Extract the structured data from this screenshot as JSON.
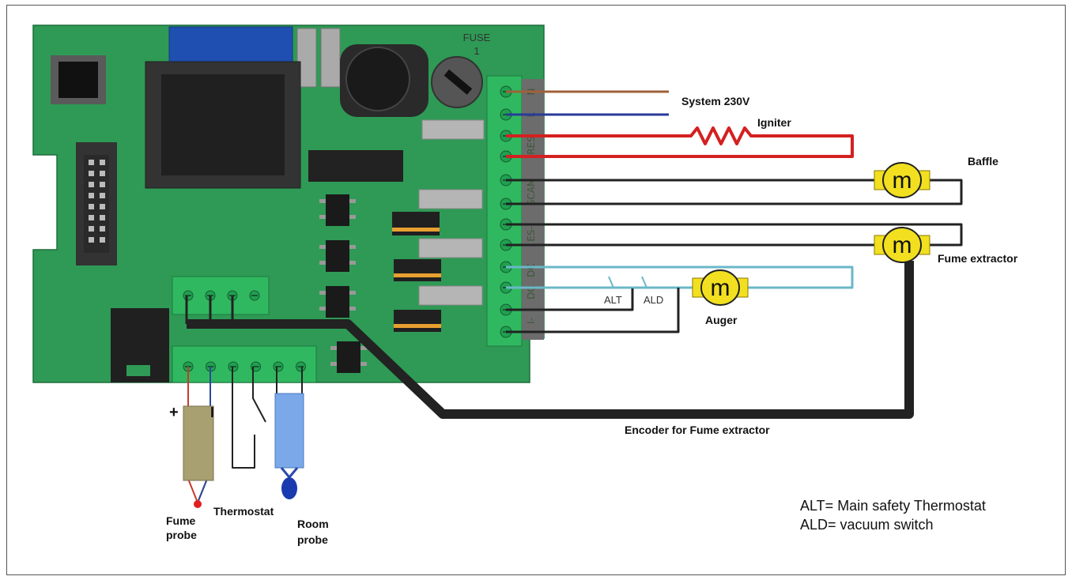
{
  "board": {
    "fuse_label": "FUSE",
    "fuse_number": "1",
    "terminal_codes": [
      "N",
      "L",
      "RES",
      "SCAM",
      "ES-",
      "DC",
      "DC",
      "I-"
    ]
  },
  "labels": {
    "system_power": "System 230V",
    "igniter": "Igniter",
    "baffle": "Baffle",
    "fume_extractor": "Fume extractor",
    "auger": "Auger",
    "alt_switch": "ALT",
    "ald_switch": "ALD",
    "encoder": "Encoder for Fume extractor",
    "thermostat": "Thermostat",
    "fume_probe_line1": "Fume",
    "fume_probe_line2": "probe",
    "room_probe_line1": "Room",
    "room_probe_line2": "probe",
    "plus_sign": "+",
    "minus_sign": "I",
    "motor_symbol": "m"
  },
  "legend": {
    "line1": "ALT= Main safety Thermostat",
    "line2": "ALD= vacuum switch"
  },
  "colors": {
    "board": "#2e9a55",
    "wire_brown": "#a0603a",
    "wire_blue": "#2a3a9a",
    "wire_red": "#d42020",
    "wire_black": "#222222",
    "wire_cyan": "#6ab8c8",
    "motor_yellow": "#f2e020"
  }
}
